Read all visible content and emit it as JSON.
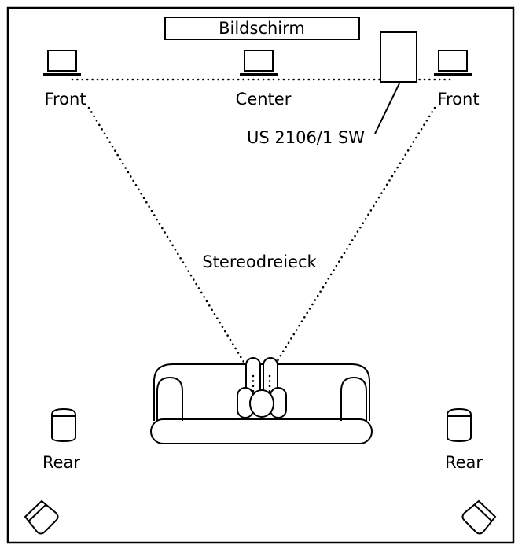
{
  "labels": {
    "screen": "Bildschirm",
    "front_left": "Front",
    "center": "Center",
    "front_right": "Front",
    "subwoofer": "US 2106/1 SW",
    "stereo_triangle": "Stereodreieck",
    "rear_left": "Rear",
    "rear_right": "Rear"
  },
  "colors": {
    "ink": "#000000",
    "background": "#ffffff"
  }
}
